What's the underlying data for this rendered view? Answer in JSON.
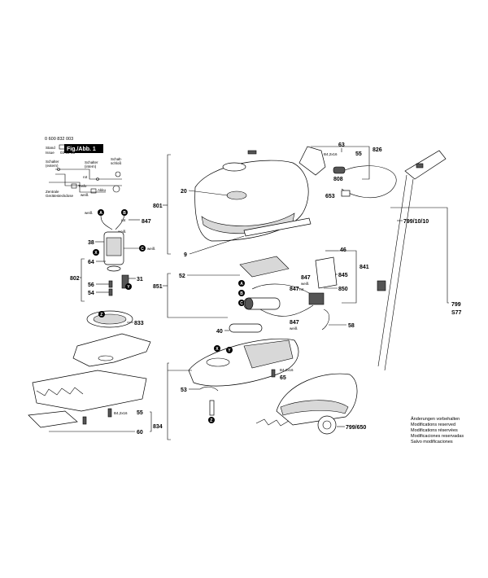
{
  "header": {
    "doc_number": "0 600 832 003",
    "stand_label": "Stand",
    "issue_label": "Issue",
    "stand_code": "03-09-03",
    "figure_label": "Fig./Abb. 1"
  },
  "wiring": {
    "schalter_extern": "Schalter\n(extern)",
    "schalter_intern": "Schalter\n(intern)",
    "schaltschloss": "Schalt-\nschloß",
    "rot": "rot",
    "trafo": "Trafo",
    "akku": "Akku",
    "weiss": "weiß",
    "zentrale": "Zentrale\nGerätesteckdose"
  },
  "callouts": [
    "A",
    "B",
    "C",
    "X",
    "Y",
    "Z"
  ],
  "wire_labels": {
    "weiss_a": "weiß",
    "rot_b": "rot",
    "weiss_mid": "weiß",
    "weiss_c": "weiß",
    "rot_847": "rot",
    "weiss_847": "weiß",
    "weiss_847b": "weiß"
  },
  "parts": {
    "p20": "20",
    "p801": "801",
    "p9": "9",
    "p847a": "847",
    "p38": "38",
    "p64": "64",
    "p802": "802",
    "p56": "56",
    "p54": "54",
    "p31": "31",
    "p833": "833",
    "p63": "63",
    "p826": "826",
    "p55a": "55",
    "screw_a": "B4,2x16",
    "p808": "808",
    "p653": "653",
    "p46": "46",
    "p841": "841",
    "p845": "845",
    "p847b": "847",
    "p850": "850",
    "p52": "52",
    "p851": "851",
    "p847c": "847",
    "p847d": "847",
    "p58": "58",
    "p40": "40",
    "p65": "65",
    "screw_b": "B4,2x16",
    "p53": "53",
    "p55b": "55",
    "screw_c": "B4,2x16",
    "p834": "834",
    "p60": "60",
    "p799_10_10": "799/10/10",
    "p799": "799",
    "pS77": "S77",
    "p799_650": "799/650"
  },
  "notice": {
    "de": "Änderungen vorbehalten",
    "en": "Modifications reserved",
    "fr": "Modifications réservées",
    "es": "Modificaciones reservadas",
    "it": "Salvo modificaciones"
  }
}
